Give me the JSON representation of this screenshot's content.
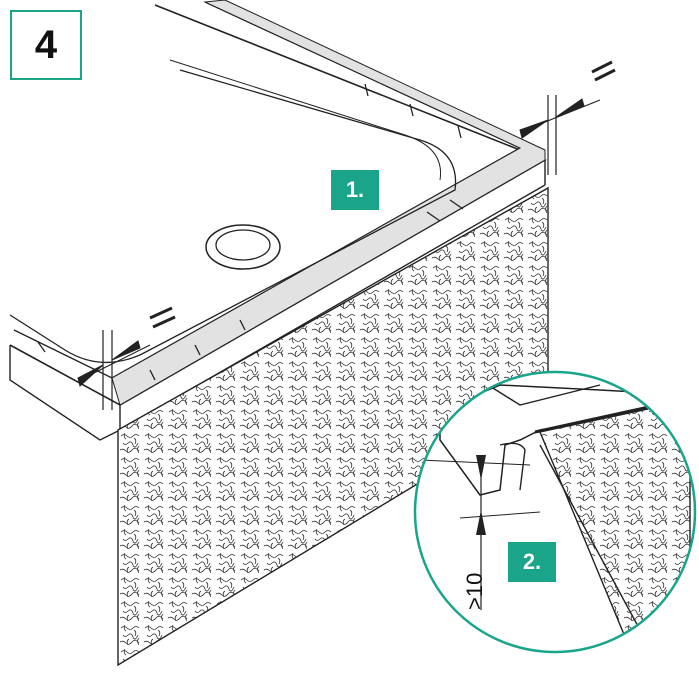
{
  "step_number": "4",
  "callouts": [
    {
      "label": "1."
    },
    {
      "label": "2."
    }
  ],
  "dimension_label": ">10",
  "colors": {
    "accent": "#1aa58a",
    "line": "#222222",
    "panel_fill": "#ffffff",
    "rim_fill": "#e2e2e2"
  },
  "icons": [
    "equal-sign-icon",
    "dimension-arrow-icon"
  ]
}
